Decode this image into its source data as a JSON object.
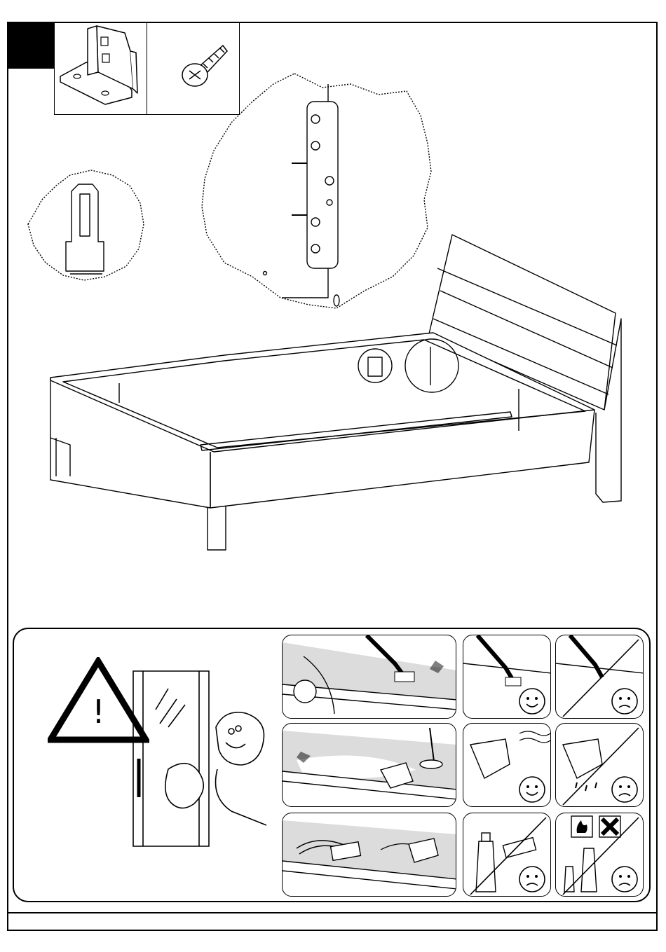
{
  "step": {
    "number": ""
  },
  "parts": [
    {
      "name": "bracket",
      "quantity": ""
    },
    {
      "name": "screw",
      "quantity": ""
    }
  ],
  "care_panel": {
    "warning_symbol": "!",
    "tiles": [
      {
        "name": "vacuum-brush",
        "rating": "none"
      },
      {
        "name": "soft-brush",
        "rating": "smile"
      },
      {
        "name": "steam-nozzle",
        "rating": "frown",
        "crossed": true
      },
      {
        "name": "dust-cloth",
        "rating": "none"
      },
      {
        "name": "dry-cloth",
        "rating": "smile"
      },
      {
        "name": "wet-cloth",
        "rating": "frown",
        "crossed": true
      },
      {
        "name": "polish-sponge",
        "rating": "none"
      },
      {
        "name": "abrasive-cleaner",
        "rating": "frown",
        "crossed": true
      },
      {
        "name": "chemical-spray",
        "rating": "frown",
        "crossed": true
      }
    ]
  },
  "colors": {
    "ink": "#000000",
    "shade": "#dcdcdc",
    "highlight": "#ffffff"
  },
  "icons": [
    "warning-triangle-icon",
    "smiley-icon",
    "frown-icon",
    "flammable-icon",
    "cross-icon"
  ]
}
